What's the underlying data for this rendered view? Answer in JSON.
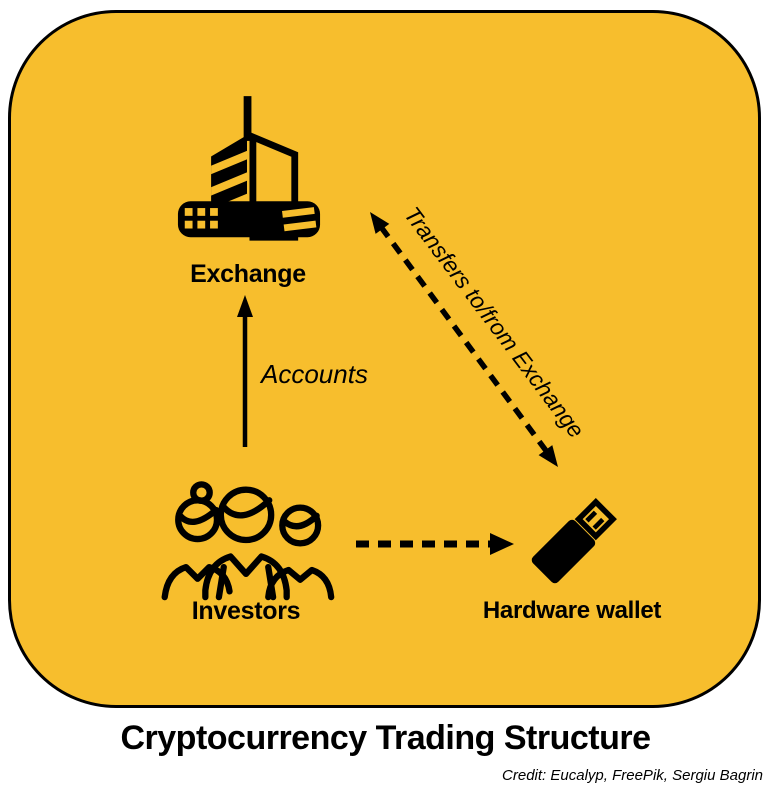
{
  "colors": {
    "page_bg": "#FFFFFF",
    "panel_fill": "#F7BE2D",
    "panel_border": "#000000",
    "ink": "#000000"
  },
  "title": "Cryptocurrency Trading Structure",
  "credit": "Credit: Eucalyp, FreePik, Sergiu Bagrin",
  "nodes": {
    "exchange": {
      "label": "Exchange",
      "icon": "building-icon"
    },
    "investors": {
      "label": "Investors",
      "icon": "people-group-icon"
    },
    "hardware_wallet": {
      "label": "Hardware wallet",
      "icon": "usb-stick-icon"
    }
  },
  "edges": {
    "accounts": {
      "label": "Accounts",
      "from": "investors",
      "to": "exchange",
      "style": "solid-arrow"
    },
    "transfers": {
      "label": "Transfers to/from Exchange",
      "from": "exchange",
      "to": "hardware_wallet",
      "style": "dashed-double-arrow"
    },
    "cold_storage": {
      "label": "",
      "from": "investors",
      "to": "hardware_wallet",
      "style": "dashed-arrow"
    }
  }
}
